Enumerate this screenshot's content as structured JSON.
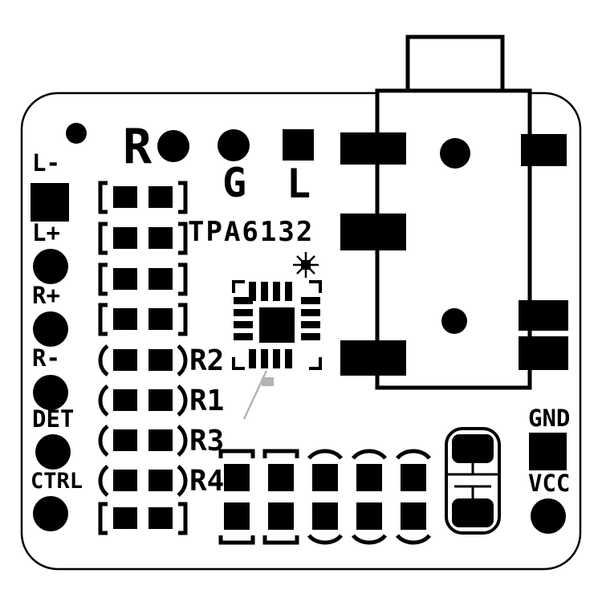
{
  "labels": {
    "chip": "TPA6132",
    "pins_left": [
      "L-",
      "L+",
      "R+",
      "R-",
      "DET",
      "CTRL"
    ],
    "top": {
      "r": "R",
      "g": "G",
      "l": "L"
    },
    "resistors": [
      "R2",
      "R1",
      "R3",
      "R4"
    ],
    "gnd": "GND",
    "vcc": "VCC"
  },
  "colors": {
    "silkscreen": "#000000",
    "background": "#ffffff",
    "paste_gray": "#b3b3b3"
  }
}
